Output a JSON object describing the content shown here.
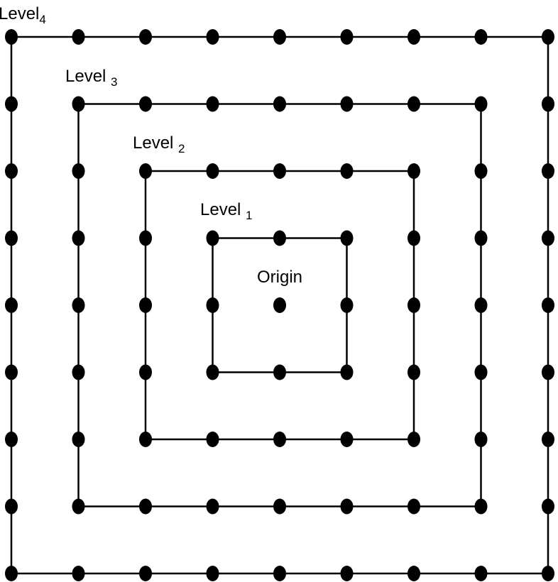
{
  "diagram": {
    "labels": {
      "level4": {
        "text": "Level",
        "sub": "4"
      },
      "level3": {
        "text": "Level ",
        "sub": "3"
      },
      "level2": {
        "text": "Level ",
        "sub": "2"
      },
      "level1": {
        "text": "Level ",
        "sub": "1"
      },
      "origin": "Origin"
    },
    "colors": {
      "line": "#000000",
      "dot": "#000000",
      "background": "#ffffff"
    },
    "levels": [
      1,
      2,
      3,
      4
    ]
  }
}
